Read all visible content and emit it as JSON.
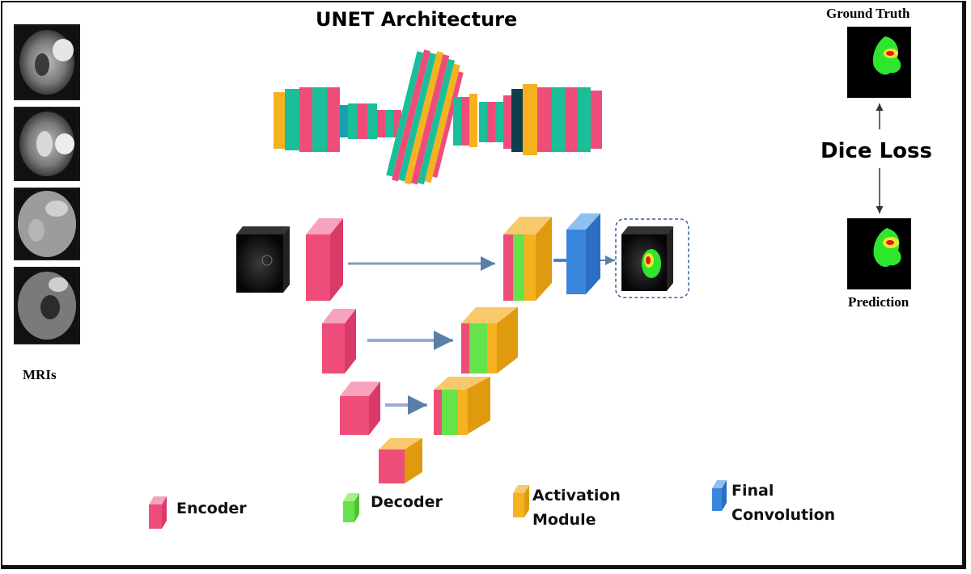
{
  "title": "UNET Architecture",
  "inputs_label": "MRIs",
  "ground_truth_label": "Ground Truth",
  "prediction_label": "Prediction",
  "loss_label": "Dice Loss",
  "legend": {
    "encoder": "Encoder",
    "decoder": "Decoder",
    "activation_line1": "Activation",
    "activation_line2": "Module",
    "final_line1": "Final",
    "final_line2": "Convolution"
  },
  "colors": {
    "encoder": "#ee4d7a",
    "decoder": "#66e34a",
    "activation": "#f5b21e",
    "final_convolution": "#3b86dd",
    "teal": "#1abf9a",
    "dark_block": "#0f3f4a",
    "mask_green": "#2ee62e",
    "mask_yellow": "#f2e52a",
    "mask_red": "#e8151d"
  },
  "icons": {
    "skip_connection": "arrow-right-icon",
    "loss_arrows": "arrow-vertical-icon"
  }
}
